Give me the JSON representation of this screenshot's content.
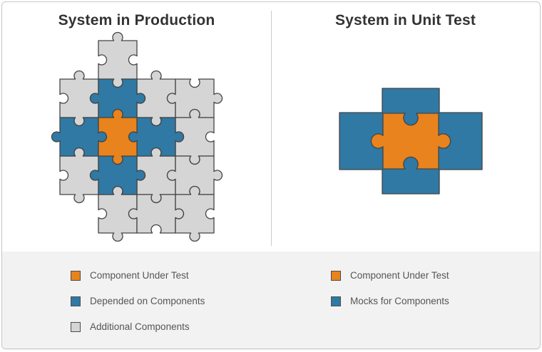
{
  "production": {
    "title": "System in Production",
    "pieces": [
      {
        "row": 0,
        "col": 1,
        "color": "additional"
      },
      {
        "row": 1,
        "col": 0,
        "color": "additional"
      },
      {
        "row": 1,
        "col": 1,
        "color": "depended"
      },
      {
        "row": 1,
        "col": 2,
        "color": "additional"
      },
      {
        "row": 1,
        "col": 3,
        "color": "additional"
      },
      {
        "row": 2,
        "col": 0,
        "color": "depended"
      },
      {
        "row": 2,
        "col": 1,
        "color": "under_test"
      },
      {
        "row": 2,
        "col": 2,
        "color": "depended"
      },
      {
        "row": 2,
        "col": 3,
        "color": "additional"
      },
      {
        "row": 3,
        "col": 0,
        "color": "additional"
      },
      {
        "row": 3,
        "col": 1,
        "color": "depended"
      },
      {
        "row": 3,
        "col": 2,
        "color": "additional"
      },
      {
        "row": 3,
        "col": 3,
        "color": "additional"
      },
      {
        "row": 4,
        "col": 1,
        "color": "additional"
      },
      {
        "row": 4,
        "col": 2,
        "color": "additional"
      },
      {
        "row": 4,
        "col": 3,
        "color": "additional"
      }
    ],
    "legend": [
      {
        "label": "Component Under Test",
        "color_key": "under_test"
      },
      {
        "label": "Depended on Components",
        "color_key": "depended"
      },
      {
        "label": "Additional Components",
        "color_key": "additional"
      }
    ]
  },
  "unittest": {
    "title": "System in Unit Test",
    "cross_color_key": "depended",
    "center_piece_color_key": "under_test",
    "legend": [
      {
        "label": "Component Under Test",
        "color_key": "under_test"
      },
      {
        "label": "Mocks for Components",
        "color_key": "depended"
      }
    ]
  },
  "colors": {
    "under_test": "#E8831D",
    "depended": "#2F79A4",
    "additional": "#D5D5D5",
    "outline": "#444444",
    "divider": "#CCCCCC",
    "legend_bg": "#F2F2F2",
    "title_text": "#333333",
    "legend_text": "#555555"
  }
}
